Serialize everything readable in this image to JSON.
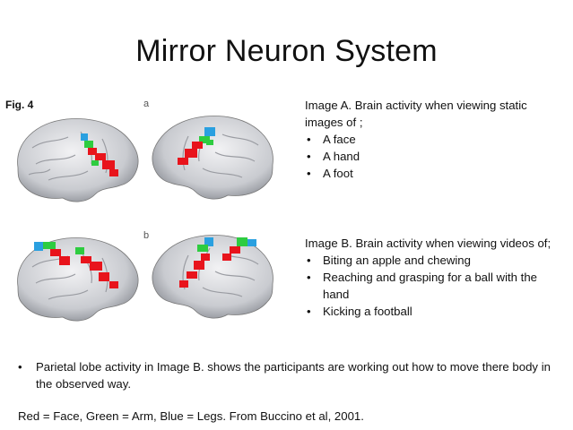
{
  "slide": {
    "title": "Mirror Neuron System"
  },
  "figure": {
    "label": "Fig. 4",
    "panel_a_label": "a",
    "panel_b_label": "b",
    "colors": {
      "face": "#e8141c",
      "arm": "#2ecc40",
      "legs": "#2aa0e0",
      "brain": "#d9dadd"
    }
  },
  "image_a": {
    "lead": "Image A. Brain activity when viewing static images of ;",
    "items": [
      "A face",
      "A hand",
      "A foot"
    ]
  },
  "image_b": {
    "lead": "Image B. Brain activity when viewing videos of;",
    "items": [
      "Biting an apple and chewing",
      "Reaching and grasping for a ball with the hand",
      "Kicking a football"
    ]
  },
  "bottom": {
    "bullet": "Parietal lobe activity in Image B. shows the participants are working out how to move there body in the observed way.",
    "caption": "Red = Face, Green = Arm, Blue = Legs. From Buccino et al, 2001."
  }
}
